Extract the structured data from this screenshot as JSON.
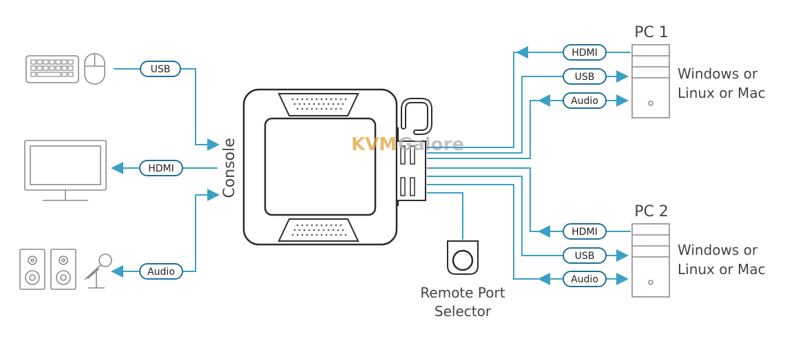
{
  "colors": {
    "line": "#3aa0c4",
    "pill_border": "#1f6f96",
    "device": "#2b2b2b",
    "outline": "#8a8a8a",
    "watermark": "#e3a23b"
  },
  "labels": {
    "console": "Console",
    "pc1": "PC 1",
    "pc2": "PC 2",
    "pc1_os_line1": "Windows or",
    "pc1_os_line2": "Linux or Mac",
    "pc2_os_line1": "Windows or",
    "pc2_os_line2": "Linux or Mac",
    "remote_line1": "Remote Port",
    "remote_line2": "Selector",
    "watermark_kvm": "KVM",
    "watermark_galore": "Galore"
  },
  "pills": {
    "console_usb": "USB",
    "console_hdmi": "HDMI",
    "console_audio": "Audio",
    "pc1_hdmi": "HDMI",
    "pc1_usb": "USB",
    "pc1_audio": "Audio",
    "pc2_hdmi": "HDMI",
    "pc2_usb": "USB",
    "pc2_audio": "Audio"
  },
  "icons": {
    "keyboard": "keyboard-icon",
    "mouse": "mouse-icon",
    "monitor": "monitor-icon",
    "speakers": "speaker-icon",
    "microphone": "microphone-icon",
    "pc_tower": "pc-tower-icon",
    "remote_selector": "remote-port-selector-icon",
    "kvm_switch": "kvm-switch-device"
  }
}
